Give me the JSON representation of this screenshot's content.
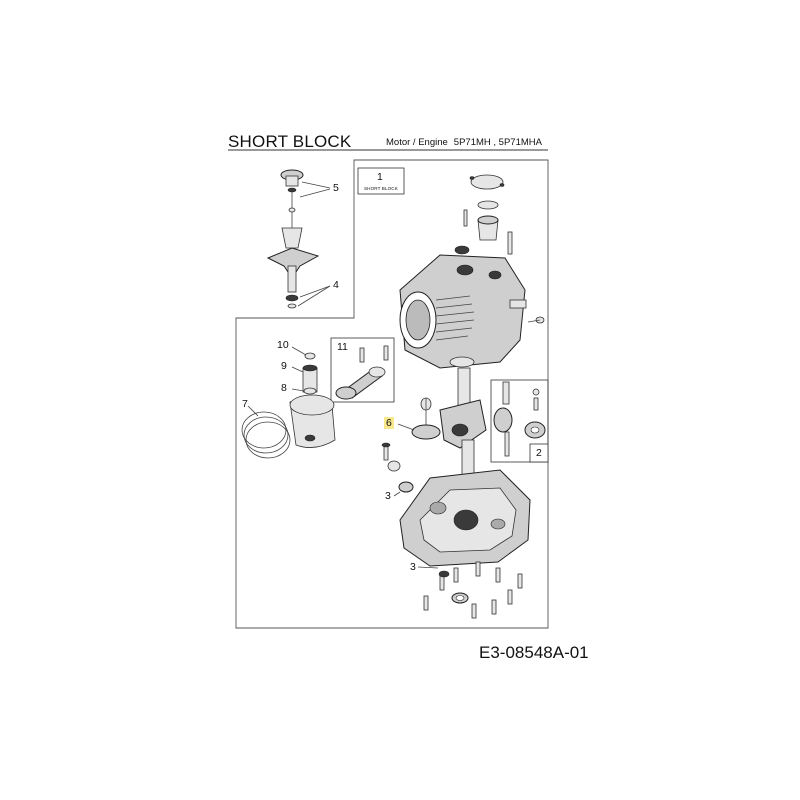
{
  "header": {
    "title": "SHORT BLOCK",
    "subtitle_prefix": "Motor / Engine",
    "subtitle_models": "5P71MH , 5P71MHA"
  },
  "assembly_label": {
    "number": "1",
    "text": "SHORT BLOCK"
  },
  "callouts": {
    "c2": "2",
    "c3_upper": "3",
    "c3_lower": "3",
    "c4": "4",
    "c5": "5",
    "c6": "6",
    "c7": "7",
    "c8": "8",
    "c9": "9",
    "c10": "10",
    "c11": "11"
  },
  "highlight_color": "#f6e88b",
  "footer": {
    "figure_code": "E3-08548A-01"
  }
}
